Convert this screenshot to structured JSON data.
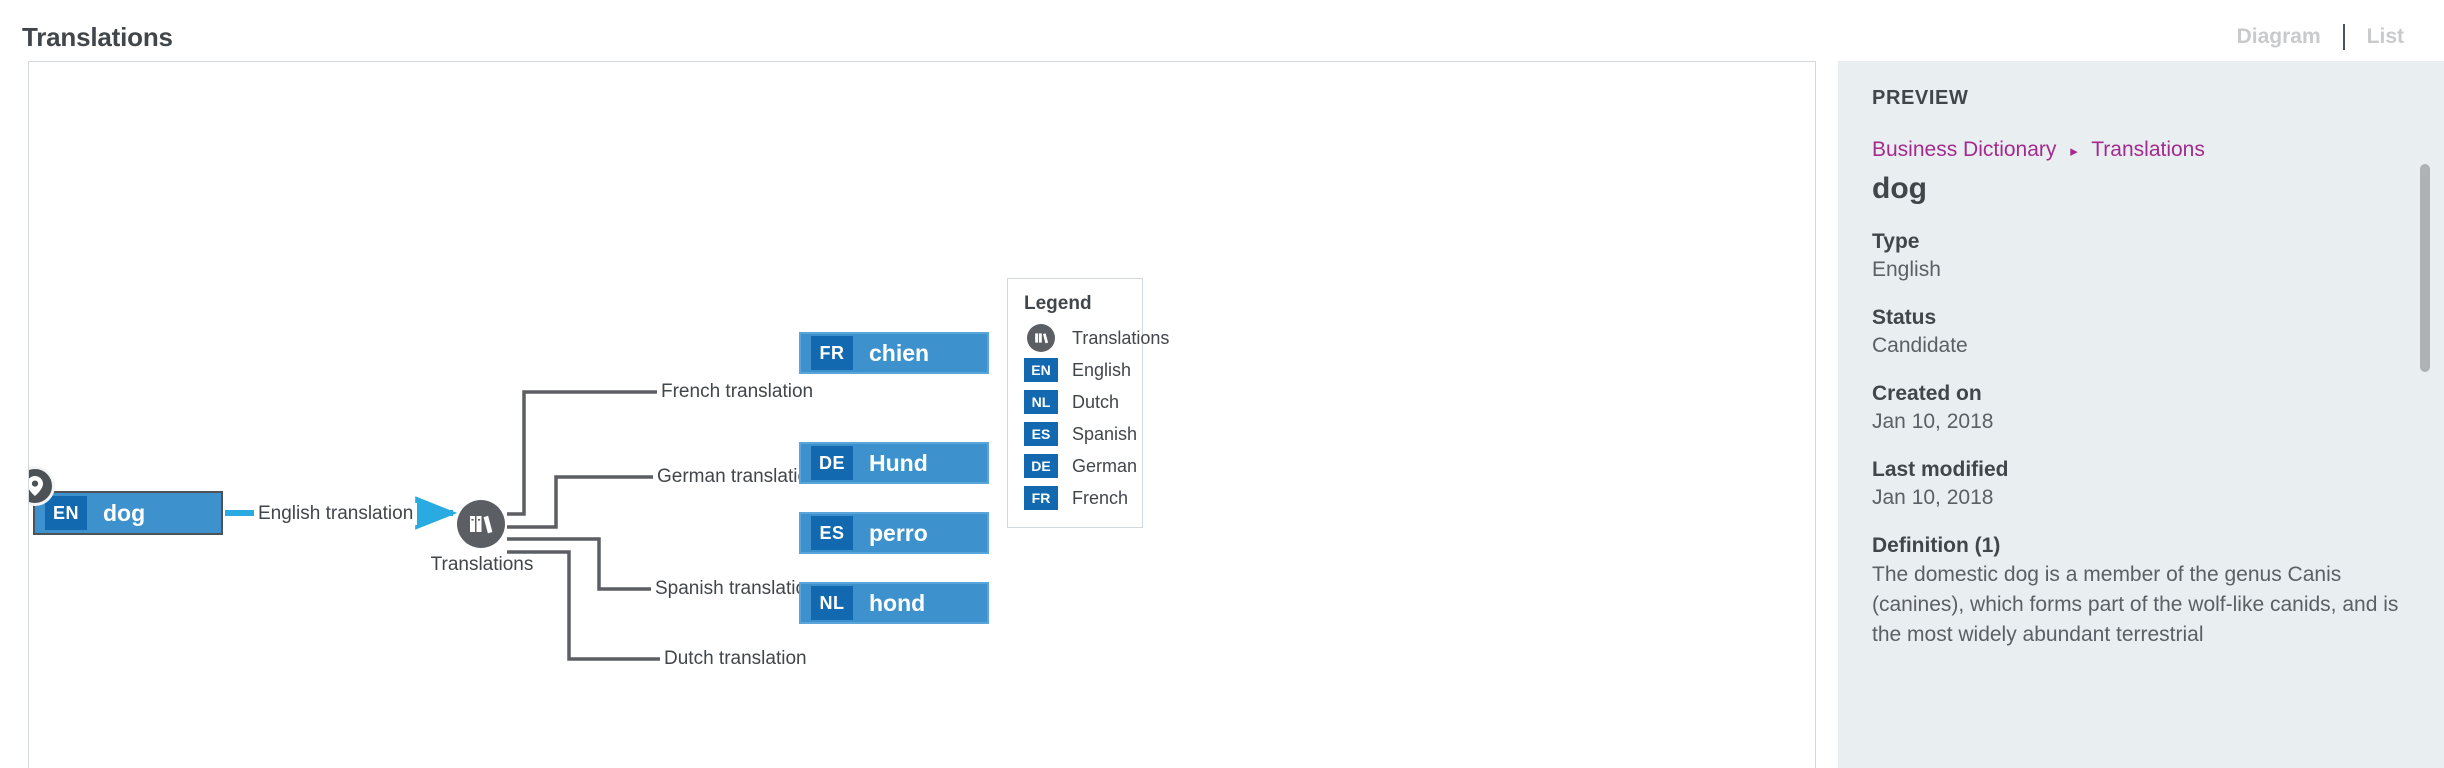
{
  "header": {
    "title": "Translations",
    "views": [
      {
        "label": "Diagram",
        "name": "diagram"
      },
      {
        "label": "List",
        "name": "list"
      }
    ]
  },
  "diagram": {
    "root": {
      "lang_code": "EN",
      "label": "dog",
      "marker_icon": "location-pin-icon"
    },
    "hub": {
      "icon": "books-icon",
      "caption": "Translations"
    },
    "edges": [
      {
        "label": "English translation",
        "color": "#29abe2",
        "from": "root",
        "to": "hub"
      },
      {
        "label": "French translation",
        "color": "#5b5f63",
        "from": "hub",
        "to": "fr"
      },
      {
        "label": "German translation",
        "color": "#5b5f63",
        "from": "hub",
        "to": "de"
      },
      {
        "label": "Spanish translation",
        "color": "#5b5f63",
        "from": "hub",
        "to": "es"
      },
      {
        "label": "Dutch translation",
        "color": "#5b5f63",
        "from": "hub",
        "to": "nl"
      }
    ],
    "translations": [
      {
        "id": "fr",
        "lang_code": "FR",
        "label": "chien"
      },
      {
        "id": "de",
        "lang_code": "DE",
        "label": "Hund"
      },
      {
        "id": "es",
        "lang_code": "ES",
        "label": "perro"
      },
      {
        "id": "nl",
        "lang_code": "NL",
        "label": "hond"
      }
    ]
  },
  "legend": {
    "title": "Legend",
    "items": [
      {
        "type": "circle",
        "icon": "books-icon",
        "code": "",
        "label": "Translations"
      },
      {
        "type": "square",
        "icon": "",
        "code": "EN",
        "label": "English"
      },
      {
        "type": "square",
        "icon": "",
        "code": "NL",
        "label": "Dutch"
      },
      {
        "type": "square",
        "icon": "",
        "code": "ES",
        "label": "Spanish"
      },
      {
        "type": "square",
        "icon": "",
        "code": "DE",
        "label": "German"
      },
      {
        "type": "square",
        "icon": "",
        "code": "FR",
        "label": "French"
      }
    ]
  },
  "preview": {
    "heading": "PREVIEW",
    "breadcrumb": {
      "parent": "Business Dictionary",
      "separator": "▸",
      "current": "Translations"
    },
    "term": "dog",
    "fields": [
      {
        "label": "Type",
        "value": "English"
      },
      {
        "label": "Status",
        "value": "Candidate"
      },
      {
        "label": "Created on",
        "value": "Jan 10, 2018"
      },
      {
        "label": "Last modified",
        "value": "Jan 10, 2018"
      }
    ],
    "definition": {
      "label": "Definition (1)",
      "text": "The domestic dog is a member of the genus Canis (canines), which forms part of the wolf-like canids, and is the most widely abundant terrestrial"
    }
  },
  "colors": {
    "node_fill": "#3d92ce",
    "badge_fill": "#1369b0",
    "hub_fill": "#5b5f63",
    "accent_edge": "#29abe2",
    "edge": "#5b5f63",
    "panel_bg": "#e9eef1",
    "link": "#a32b8f",
    "text": "#41464b"
  }
}
